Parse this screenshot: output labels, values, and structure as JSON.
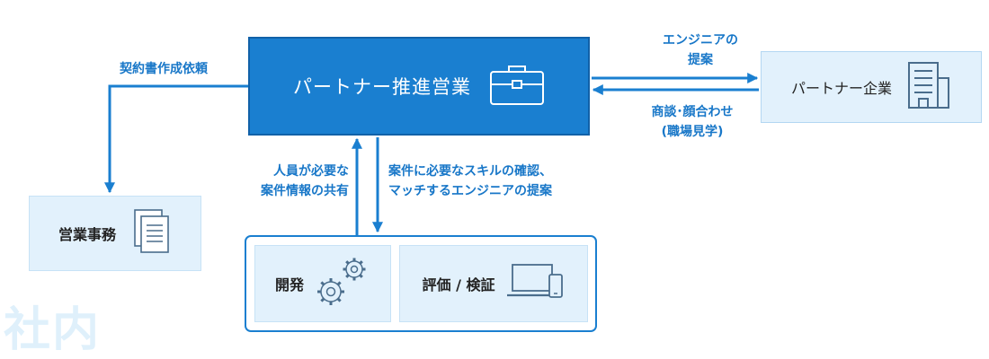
{
  "main_node": {
    "title": "パートナー推進営業",
    "icon": "briefcase-icon"
  },
  "partner_node": {
    "title": "パートナー企業",
    "icon": "building-icon"
  },
  "office_node": {
    "title": "営業事務",
    "icon": "documents-icon"
  },
  "dev_group": {
    "items": [
      {
        "title": "開発",
        "icon": "gears-icon"
      },
      {
        "title": "評価 / 検証",
        "icon": "laptop-phone-icon"
      }
    ]
  },
  "labels": {
    "to_partner": [
      "エンジニアの",
      "提案"
    ],
    "from_partner": [
      "商談･顔合わせ",
      "(職場見学)"
    ],
    "to_office": "契約書作成依頼",
    "from_dev": [
      "人員が必要な",
      "案件情報の共有"
    ],
    "to_dev": [
      "案件に必要なスキルの確認、",
      "マッチするエンジニアの提案"
    ]
  },
  "watermark": "社内",
  "colors": {
    "primary": "#1a7fd0",
    "light": "#e2f1fc",
    "label": "#1877c8",
    "watermark": "#dff0fb"
  }
}
